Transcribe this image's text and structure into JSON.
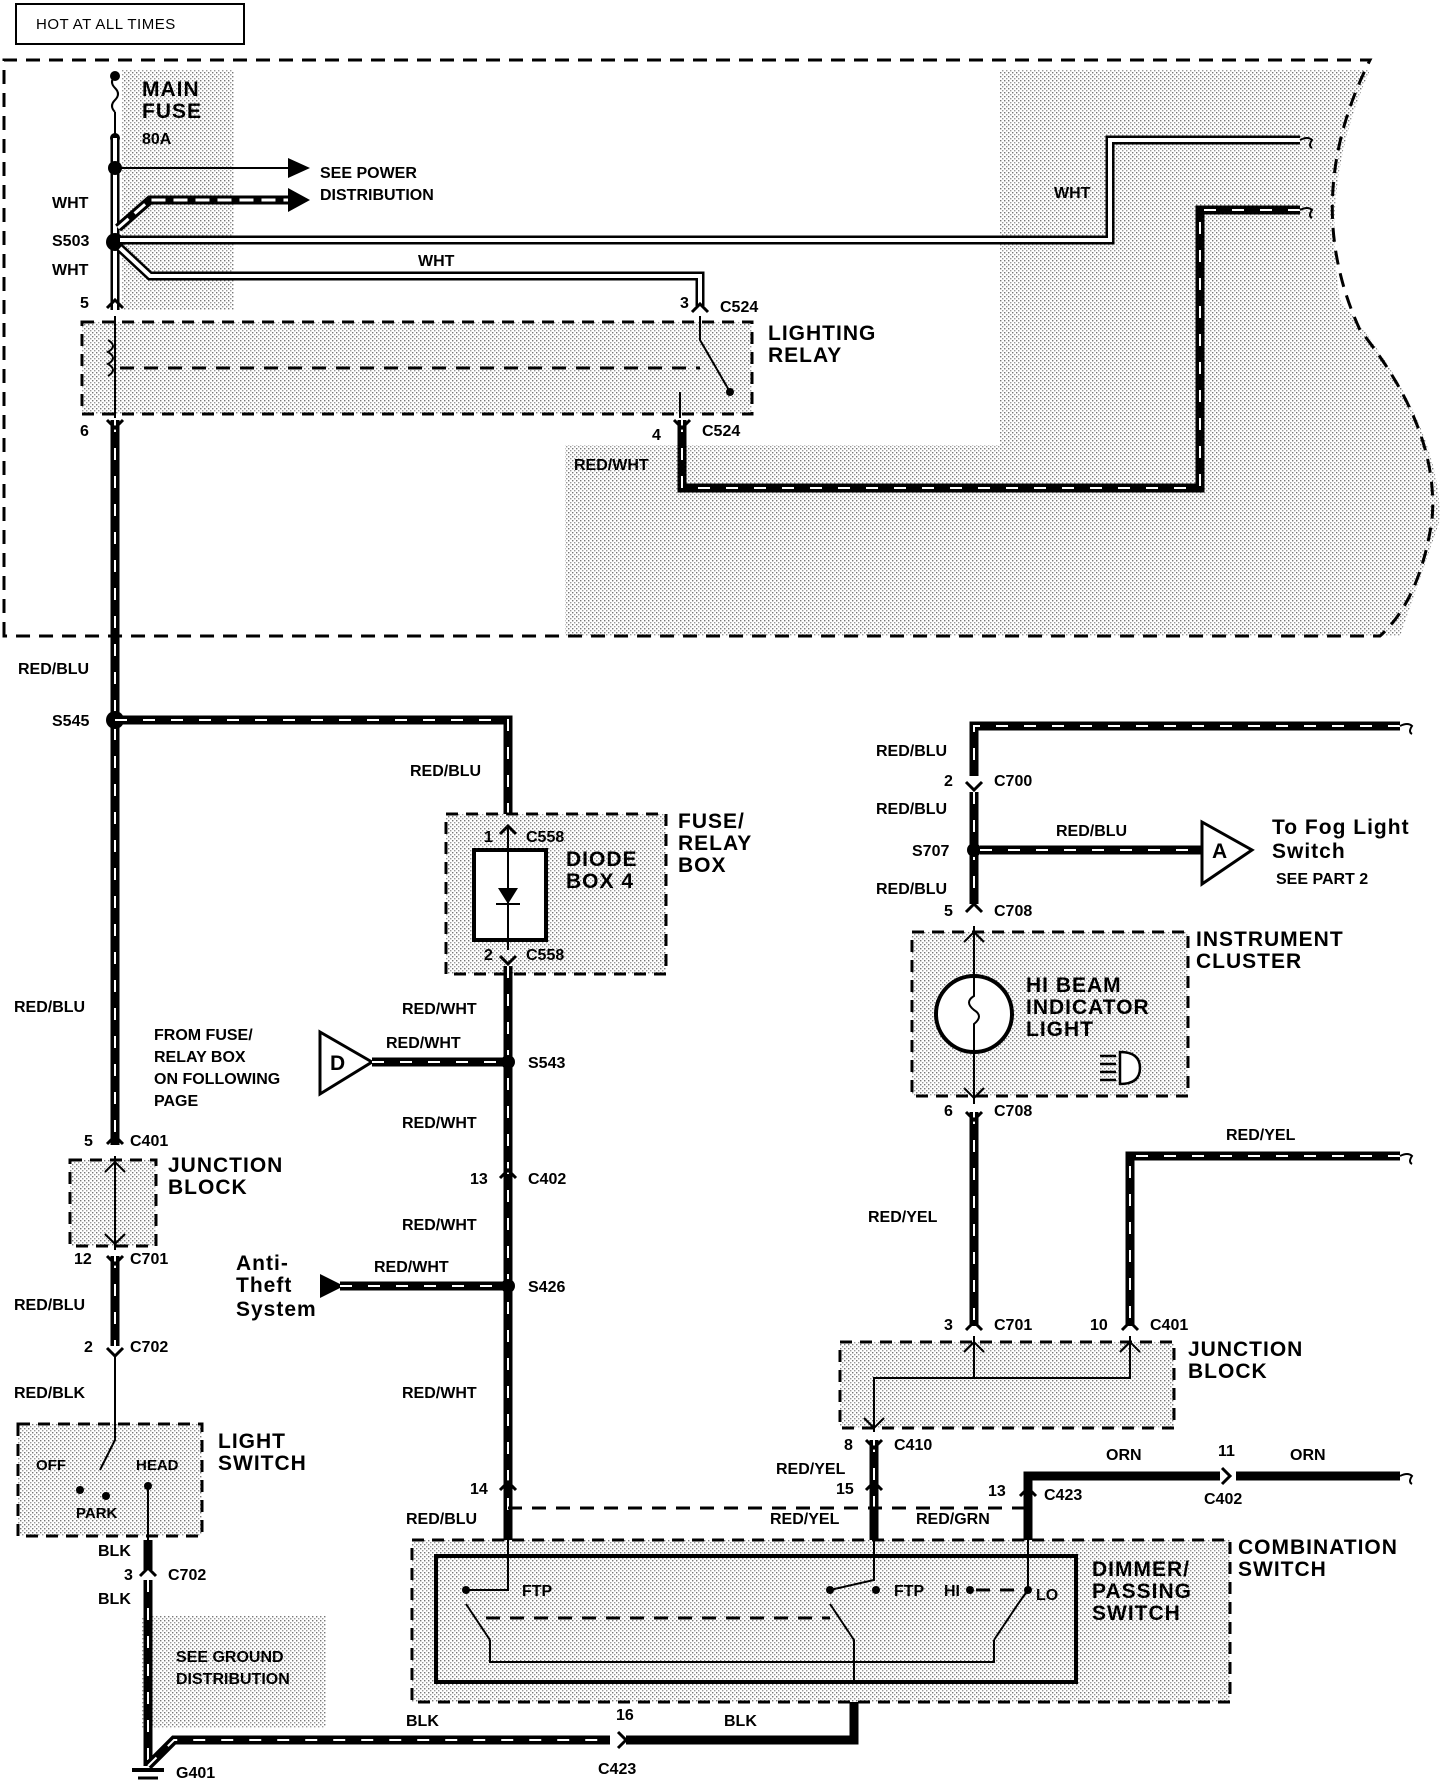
{
  "banner": "HOT AT ALL TIMES",
  "main_fuse": {
    "line1": "MAIN",
    "line2": "FUSE",
    "rating": "80A"
  },
  "see_power": {
    "line1": "SEE POWER",
    "line2": "DISTRIBUTION"
  },
  "wires": {
    "wht": "WHT",
    "red_blu": "RED/BLU",
    "red_wht": "RED/WHT",
    "red_yel": "RED/YEL",
    "red_blk": "RED/BLK",
    "red_grn": "RED/GRN",
    "blk": "BLK",
    "orn": "ORN"
  },
  "splices": {
    "s503": "S503",
    "s545": "S545",
    "s543": "S543",
    "s426": "S426",
    "s707": "S707",
    "g401": "G401"
  },
  "connectors": {
    "c524": "C524",
    "c558": "C558",
    "c401": "C401",
    "c701": "C701",
    "c702": "C702",
    "c402": "C402",
    "c700": "C700",
    "c708": "C708",
    "c410": "C410",
    "c423": "C423"
  },
  "pins": {
    "p1": "1",
    "p2": "2",
    "p3": "3",
    "p4": "4",
    "p5": "5",
    "p6": "6",
    "p8": "8",
    "p10": "10",
    "p11": "11",
    "p12": "12",
    "p13": "13",
    "p14": "14",
    "p15": "15",
    "p16": "16"
  },
  "lighting_relay": {
    "line1": "LIGHTING",
    "line2": "RELAY"
  },
  "fuse_relay_box": {
    "line1": "FUSE/",
    "line2": "RELAY",
    "line3": "BOX"
  },
  "diode_box": {
    "line1": "DIODE",
    "line2": "BOX 4"
  },
  "from_fuse": {
    "line1": "FROM FUSE/",
    "line2": "RELAY BOX",
    "line3": "ON FOLLOWING",
    "line4": "PAGE",
    "ref": "D"
  },
  "anti_theft": {
    "line1": "Anti-",
    "line2": "Theft",
    "line3": "System"
  },
  "fog_light": {
    "ref": "A",
    "line1": "To Fog Light",
    "line2": "Switch",
    "line3": "SEE PART 2"
  },
  "instrument_cluster": {
    "line1": "INSTRUMENT",
    "line2": "CLUSTER"
  },
  "hi_beam": {
    "line1": "HI BEAM",
    "line2": "INDICATOR",
    "line3": "LIGHT"
  },
  "junction_block": {
    "line1": "JUNCTION",
    "line2": "BLOCK"
  },
  "light_switch": {
    "line1": "LIGHT",
    "line2": "SWITCH",
    "off": "OFF",
    "head": "HEAD",
    "park": "PARK"
  },
  "see_ground": {
    "line1": "SEE GROUND",
    "line2": "DISTRIBUTION"
  },
  "combination_switch": {
    "line1": "COMBINATION",
    "line2": "SWITCH"
  },
  "dimmer_switch": {
    "line1": "DIMMER/",
    "line2": "PASSING",
    "line3": "SWITCH",
    "ftp": "FTP",
    "hi": "HI",
    "lo": "LO"
  }
}
